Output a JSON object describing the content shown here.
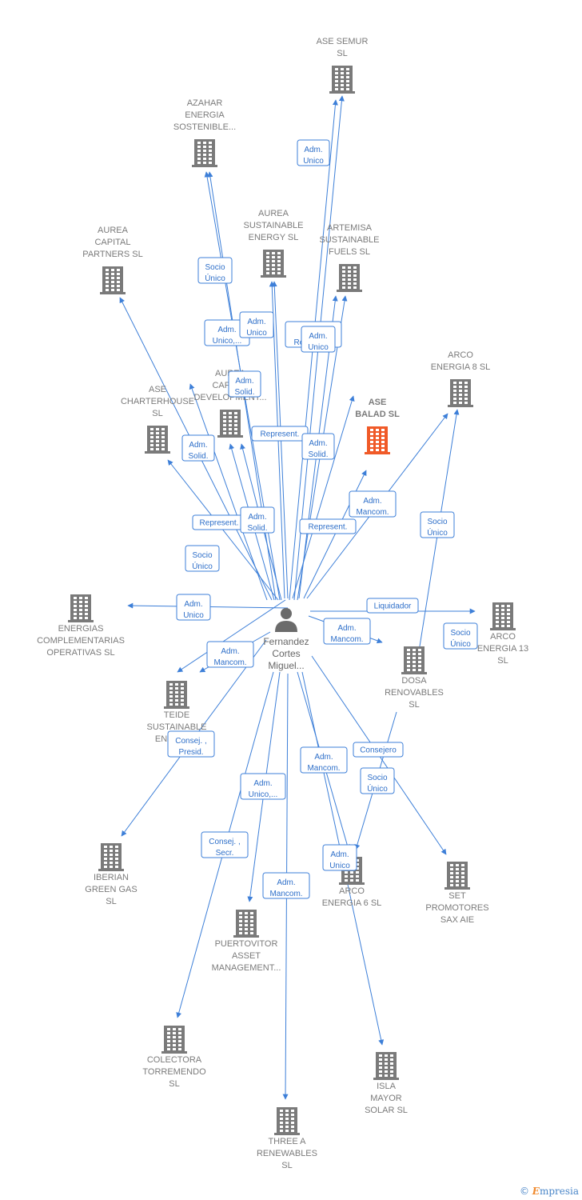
{
  "person": {
    "lines": [
      "Fernandez",
      "Cortes",
      "Miguel..."
    ]
  },
  "companies": [
    {
      "id": "ase-semur",
      "lines": [
        "ASE SEMUR",
        "SL"
      ]
    },
    {
      "id": "azahar",
      "lines": [
        "AZAHAR",
        "ENERGIA",
        "SOSTENIBLE..."
      ]
    },
    {
      "id": "aurea-capital",
      "lines": [
        "AUREA",
        "CAPITAL",
        "PARTNERS  SL"
      ]
    },
    {
      "id": "aurea-sustainable",
      "lines": [
        "AUREA",
        "SUSTAINABLE",
        "ENERGY  SL"
      ]
    },
    {
      "id": "artemisa",
      "lines": [
        "ARTEMISA",
        "SUSTAINABLE",
        "FUELS  SL"
      ]
    },
    {
      "id": "arco-8",
      "lines": [
        "ARCO",
        "ENERGIA 8  SL"
      ]
    },
    {
      "id": "ase-balad",
      "lines": [
        "ASE",
        "BALAD  SL"
      ],
      "highlight": true
    },
    {
      "id": "ase-charterhouse",
      "lines": [
        "ASE",
        "CHARTERHOUSE",
        "SL"
      ]
    },
    {
      "id": "aurea-capital-dev",
      "lines": [
        "AUREA",
        "CAPITAL",
        "DEVELOPMENT..."
      ]
    },
    {
      "id": "energias-comp",
      "lines": [
        "ENERGIAS",
        "COMPLEMENTARIAS",
        "OPERATIVAS SL"
      ]
    },
    {
      "id": "arco-13",
      "lines": [
        "ARCO",
        "ENERGIA 13",
        "SL"
      ]
    },
    {
      "id": "dosa",
      "lines": [
        "DOSA",
        "RENOVABLES",
        "SL"
      ]
    },
    {
      "id": "teide",
      "lines": [
        "TEIDE",
        "SUSTAINABLE",
        "ENERGY..."
      ]
    },
    {
      "id": "iberian",
      "lines": [
        "IBERIAN",
        "GREEN GAS",
        "SL"
      ]
    },
    {
      "id": "arco-6",
      "lines": [
        "ARCO",
        "ENERGIA 6  SL"
      ]
    },
    {
      "id": "set",
      "lines": [
        "SET",
        "PROMOTORES",
        "SAX AIE"
      ]
    },
    {
      "id": "puertovitor",
      "lines": [
        "PUERTOVITOR",
        "ASSET",
        "MANAGEMENT..."
      ]
    },
    {
      "id": "colectora",
      "lines": [
        "COLECTORA",
        "TORREMENDO",
        "SL"
      ]
    },
    {
      "id": "isla-mayor",
      "lines": [
        "ISLA",
        "MAYOR",
        "SOLAR  SL"
      ]
    },
    {
      "id": "three-a",
      "lines": [
        "THREE A",
        "RENEWABLES",
        "SL"
      ]
    }
  ],
  "relations": [
    {
      "id": "r-ase-semur",
      "lines": [
        "Adm.",
        "Unico"
      ]
    },
    {
      "id": "r-azahar",
      "lines": [
        "Socio",
        "Único"
      ]
    },
    {
      "id": "r-aurea-cap-1",
      "lines": [
        "Adm.",
        "Unico,..."
      ]
    },
    {
      "id": "r-aurea-sust",
      "lines": [
        "Adm.",
        "Unico"
      ]
    },
    {
      "id": "r-artemisa-1",
      "lines": [
        "Socio",
        "Represent."
      ]
    },
    {
      "id": "r-artemisa-2",
      "lines": [
        "Adm.",
        "Unico"
      ]
    },
    {
      "id": "r-charter",
      "lines": [
        "Adm.",
        "Solid."
      ]
    },
    {
      "id": "r-cap-dev-1",
      "lines": [
        "Adm.",
        "Solid."
      ]
    },
    {
      "id": "r-cap-dev-2",
      "lines": [
        "Represent."
      ]
    },
    {
      "id": "r-balad-1",
      "lines": [
        "Adm.",
        "Solid."
      ]
    },
    {
      "id": "r-arco8-1",
      "lines": [
        "Adm.",
        "Mancom."
      ]
    },
    {
      "id": "r-balad-2",
      "lines": [
        "Represent."
      ]
    },
    {
      "id": "r-charter-2",
      "lines": [
        "Represent."
      ]
    },
    {
      "id": "r-cap-dev-3",
      "lines": [
        "Adm.",
        "Solid."
      ]
    },
    {
      "id": "r-teide-1",
      "lines": [
        "Socio",
        "Único"
      ]
    },
    {
      "id": "r-arco8-2",
      "lines": [
        "Socio",
        "Único"
      ]
    },
    {
      "id": "r-energias",
      "lines": [
        "Adm.",
        "Unico"
      ]
    },
    {
      "id": "r-arco13-1",
      "lines": [
        "Liquidador"
      ]
    },
    {
      "id": "r-dosa",
      "lines": [
        "Adm.",
        "Mancom."
      ]
    },
    {
      "id": "r-arco13-2",
      "lines": [
        "Socio",
        "Único"
      ]
    },
    {
      "id": "r-teide-2",
      "lines": [
        "Adm.",
        "Mancom."
      ]
    },
    {
      "id": "r-iberian",
      "lines": [
        "Consej. ,",
        "Presid."
      ]
    },
    {
      "id": "r-set",
      "lines": [
        "Consejero"
      ]
    },
    {
      "id": "r-arco6-1",
      "lines": [
        "Adm.",
        "Mancom."
      ]
    },
    {
      "id": "r-arco6-2",
      "lines": [
        "Socio",
        "Único"
      ]
    },
    {
      "id": "r-puerto",
      "lines": [
        "Adm.",
        "Unico,..."
      ]
    },
    {
      "id": "r-colectora",
      "lines": [
        "Consej. ,",
        "Secr."
      ]
    },
    {
      "id": "r-three-a",
      "lines": [
        "Adm.",
        "Mancom."
      ]
    },
    {
      "id": "r-isla",
      "lines": [
        "Adm.",
        "Unico"
      ]
    }
  ],
  "watermark": {
    "symbol": "©",
    "brand_initial": "E",
    "brand_rest": "mpresia"
  },
  "colors": {
    "edge": "#3d7fd8",
    "building": "#7a7a7a",
    "highlight": "#f05a28",
    "person": "#6b6b6b"
  }
}
